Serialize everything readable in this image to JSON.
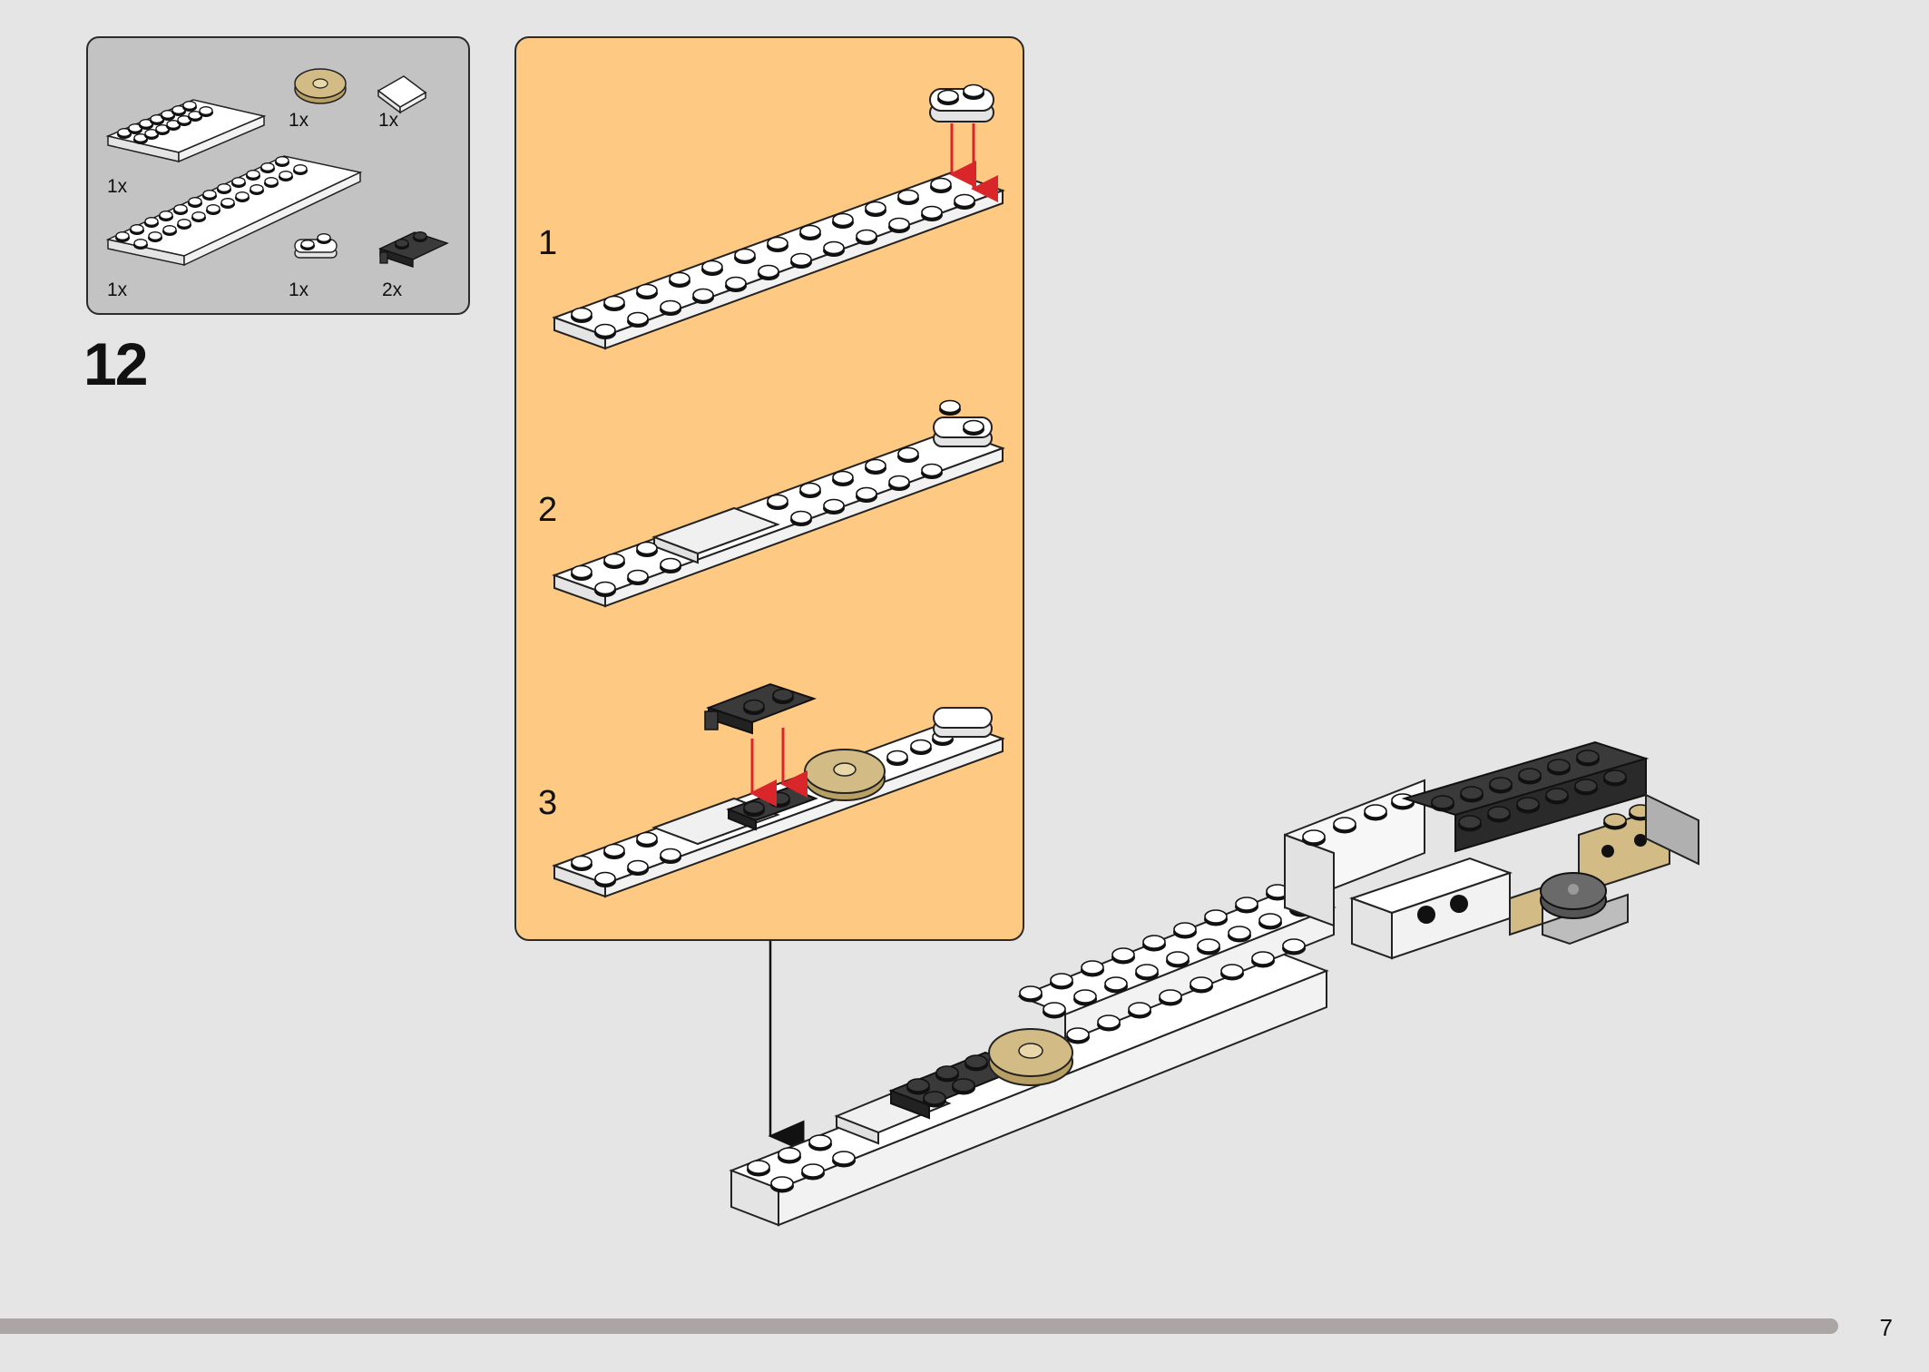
{
  "parts_list": {
    "items": [
      {
        "part": "white-2x8-plate",
        "qty": "1x"
      },
      {
        "part": "tan-round-2x2-plate",
        "qty": "1x"
      },
      {
        "part": "white-2x2-tile",
        "qty": "1x"
      },
      {
        "part": "white-2x12-plate",
        "qty": "1x"
      },
      {
        "part": "white-1x2-rounded-plate",
        "qty": "1x"
      },
      {
        "part": "dark-grey-clip-plate",
        "qty": "2x"
      }
    ]
  },
  "step": {
    "number": "12"
  },
  "sub_steps": [
    {
      "label": "1"
    },
    {
      "label": "2"
    },
    {
      "label": "3"
    }
  ],
  "footer": {
    "page_number": "7"
  },
  "colors": {
    "page_background": "#e5e5e5",
    "parts_box": "#c3c3c3",
    "sub_step_box": "#fec983",
    "arrow_red": "#d9262b",
    "progress_bar": "#aba6a4",
    "tan": "#d2bb84",
    "dark_grey": "#3a3a3a"
  }
}
